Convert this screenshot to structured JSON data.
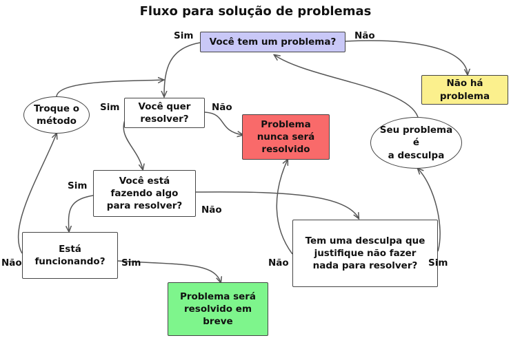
{
  "title": "Fluxo para solução de problemas",
  "colors": {
    "start": "#c9c8f7",
    "no_problem": "#fbf08d",
    "never_solved": "#f96a6a",
    "will_solve": "#7ef58c",
    "default": "#ffffff",
    "edge": "#555555"
  },
  "nodes": {
    "start": "Você tem um problema?",
    "want": "Você quer\nresolver?",
    "doing": "Você está\nfazendo algo\npara resolver?",
    "working": "Está\nfuncionando?",
    "will_solve": "Problema será\nresolvido em\nbreve",
    "never_solved": "Problema\nnunca será\nresolvido",
    "excuse": "Tem uma desculpa que\njustifique não fazer\nnada para resolver?",
    "no_problem": "Não há\nproblema",
    "change_method": "Troque o\nmétodo",
    "your_problem": "Seu problema é\na desculpa"
  },
  "edge_labels": {
    "start_yes": "Sim",
    "start_no": "Não",
    "want_yes": "Sim",
    "want_no": "Não",
    "doing_yes": "Sim",
    "doing_no": "Não",
    "working_no": "Não",
    "working_yes": "Sim",
    "excuse_no": "Não",
    "excuse_yes": "Sim"
  }
}
